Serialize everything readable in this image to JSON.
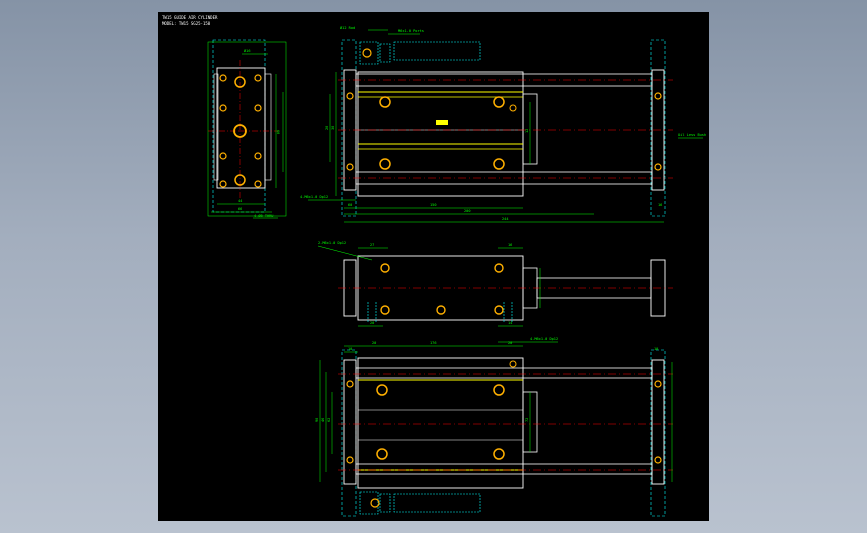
{
  "colors": {
    "background": "#000000",
    "outline": "#ffffff",
    "dimension": "#00ff00",
    "centerline": "#ff0000",
    "hidden": "#00ffff",
    "hole": "#ffb000",
    "highlight": "#ffff00"
  },
  "title": {
    "line1": "TW15 GUIDE AIR CYLINDER",
    "line2": "MODEL: TW15 SG25-150"
  },
  "views": {
    "end_view": {
      "dimensions": [
        "44",
        "66",
        "60",
        "4-Ø8 THRU",
        "Ø16"
      ]
    },
    "front_view": {
      "dimensions": [
        "150",
        "200",
        "244",
        "20",
        "30",
        "12",
        "60",
        "16"
      ],
      "callouts": [
        "Ø12 Rod",
        "M6x1.0 Ports",
        "Oil Less Bush",
        "4-M6x1.0 Dp12"
      ]
    },
    "side_view": {
      "dimensions": [
        "27",
        "16",
        "20",
        "14"
      ],
      "callouts": [
        "2-M6x1.0 Dp12"
      ]
    },
    "top_view": {
      "dimensions": [
        "10",
        "20",
        "176",
        "20",
        "10",
        "90",
        "46",
        "62",
        "72"
      ],
      "callouts": [
        "4-M6x1.0 Dp12"
      ]
    }
  }
}
